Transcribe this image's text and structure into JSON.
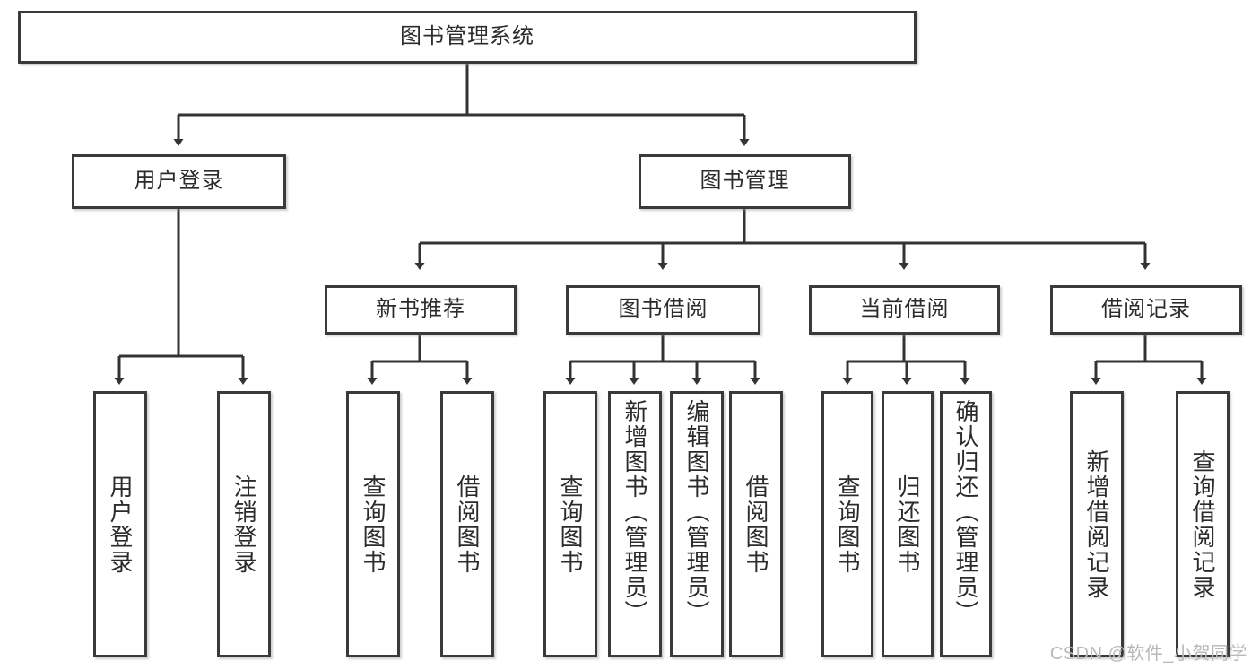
{
  "diagram": {
    "title": "图书管理系统",
    "type": "tree-hierarchy-flowchart",
    "background_color": "#ffffff",
    "box_border_color": "#3a3a3a",
    "connector_color": "#333333",
    "text_color": "#2b2b2b"
  },
  "root": {
    "label": "图书管理系统"
  },
  "level2": [
    {
      "label": "用户登录"
    },
    {
      "label": "图书管理"
    }
  ],
  "level3": [
    {
      "label": "新书推荐"
    },
    {
      "label": "图书借阅"
    },
    {
      "label": "当前借阅"
    },
    {
      "label": "借阅记录"
    }
  ],
  "leaves": {
    "user_login": [
      {
        "label": "用户登录"
      },
      {
        "label": "注销登录"
      }
    ],
    "new_book_recommend": [
      {
        "label": "查询图书"
      },
      {
        "label": "借阅图书"
      }
    ],
    "book_borrow": [
      {
        "label": "查询图书"
      },
      {
        "label": "新增图书（管理员）"
      },
      {
        "label": "编辑图书（管理员）"
      },
      {
        "label": "借阅图书"
      }
    ],
    "current_borrow": [
      {
        "label": "查询图书"
      },
      {
        "label": "归还图书"
      },
      {
        "label": "确认归还（管理员）"
      }
    ],
    "borrow_record": [
      {
        "label": "新增借阅记录"
      },
      {
        "label": "查询借阅记录"
      }
    ]
  },
  "watermark": {
    "text": "CSDN @软件_小贺同学"
  }
}
